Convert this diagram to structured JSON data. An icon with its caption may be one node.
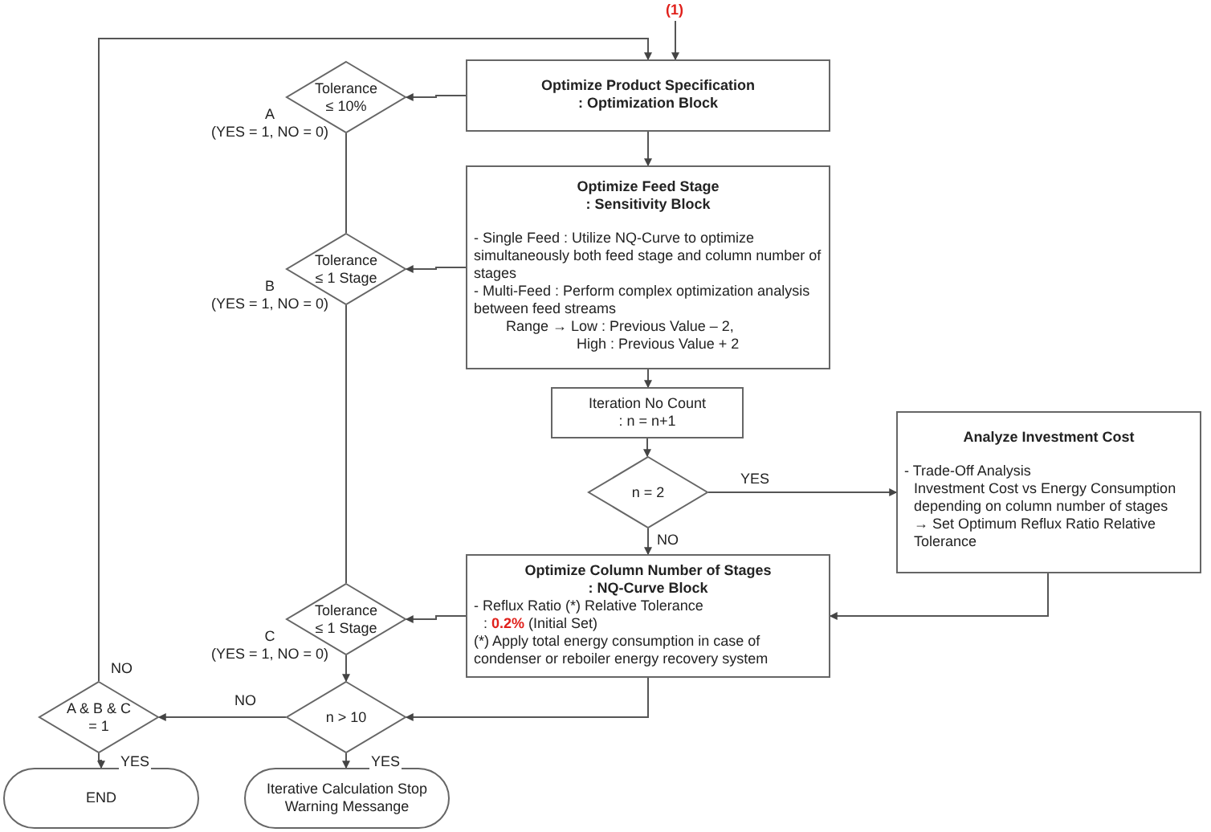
{
  "diagram": {
    "nodes": [
      {
        "text": [
          "Optimize Product Specification",
          ": Optimization Block"
        ]
      },
      {
        "text": [
          "Tolerance ≤ 10%"
        ],
        "beside": [
          "A",
          "(YES = 1, NO = 0)"
        ]
      },
      {
        "text": [
          "Optimize Feed Stage",
          ": Sensitivity Block",
          "- Single Feed : Utilize NQ-Curve to optimize simultaneously both feed stage and column number of stages",
          "- Multi-Feed : Perform complex optimization analysis between feed streams",
          "Range → Low : Previous Value – 2,",
          "High : Previous Value + 2"
        ]
      },
      {
        "text": [
          "Tolerance ≤ 1 Stage"
        ],
        "beside": [
          "B",
          "(YES = 1, NO = 0)"
        ]
      },
      {
        "text": [
          "Iteration No Count",
          ": n = n+1"
        ]
      },
      {
        "text": [
          "n = 2"
        ]
      },
      {
        "text": [
          "Analyze Investment Cost",
          "- Trade-Off Analysis",
          "Investment Cost vs Energy Consumption depending on column number of stages",
          "→ Set Optimum Reflux Ratio Relative Tolerance"
        ]
      },
      {
        "text": [
          "Optimize Column Number of Stages",
          ": NQ-Curve Block",
          "- Reflux Ratio (*) Relative Tolerance",
          ": **0.2%** (Initial Set)",
          "(*) Apply total energy consumption in case of condenser or reboiler energy recovery system"
        ]
      },
      {
        "text": [
          "Tolerance ≤ 1 Stage"
        ],
        "beside": [
          "C",
          "(YES = 1, NO = 0)"
        ]
      },
      {
        "text": [
          "n > 10"
        ]
      },
      {
        "text": [
          "A & B & C = 1"
        ]
      },
      {
        "text": [
          "END"
        ]
      },
      {
        "text": [
          "Iterative Calculation Stop Warning Messange"
        ]
      }
    ],
    "edges": [
      {
        "from": null,
        "to": 0,
        "arrow": "to",
        "label": "(1)"
      },
      {
        "from": 0,
        "to": 1,
        "arrow": "to"
      },
      {
        "from": 0,
        "to": 2,
        "arrow": "to"
      },
      {
        "from": 2,
        "to": 3,
        "arrow": "to"
      },
      {
        "from": 1,
        "to": 3,
        "arrow": "none"
      },
      {
        "from": 2,
        "to": 4,
        "arrow": "to"
      },
      {
        "from": 4,
        "to": 5,
        "arrow": "to"
      },
      {
        "from": 5,
        "to": 6,
        "arrow": "to",
        "label": "YES"
      },
      {
        "from": 5,
        "to": 7,
        "arrow": "to",
        "label": "NO"
      },
      {
        "from": 6,
        "to": 7,
        "arrow": "to"
      },
      {
        "from": 3,
        "to": 8,
        "arrow": "none"
      },
      {
        "from": 7,
        "to": 8,
        "arrow": "to"
      },
      {
        "from": 8,
        "to": 9,
        "arrow": "to"
      },
      {
        "from": 7,
        "to": 9,
        "arrow": "to"
      },
      {
        "from": 9,
        "to": 10,
        "arrow": "to",
        "label": "NO"
      },
      {
        "from": 9,
        "to": 12,
        "arrow": "to",
        "label": "YES"
      },
      {
        "from": 10,
        "to": 11,
        "arrow": "to",
        "label": "YES"
      },
      {
        "from": 10,
        "to": 0,
        "arrow": "to",
        "label": "NO"
      }
    ]
  }
}
